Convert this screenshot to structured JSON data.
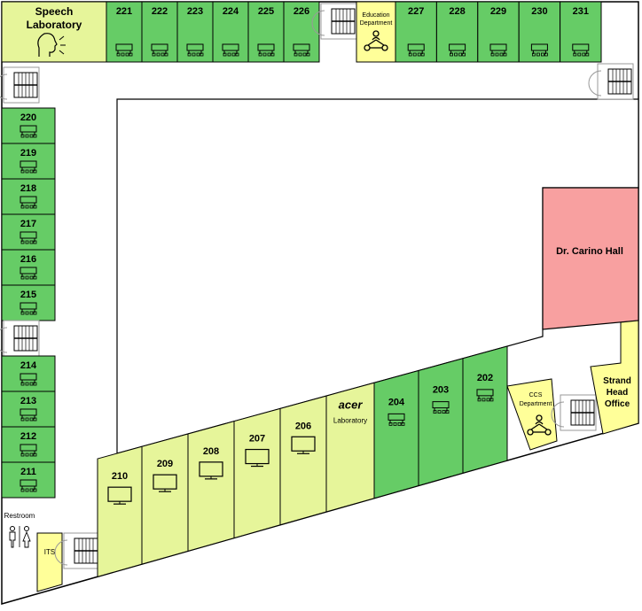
{
  "colors": {
    "classroom": "#66cc66",
    "lab": "#e6f59a",
    "office": "#ffff99",
    "hall": "#f8a0a0",
    "outline": "#000000",
    "stair": "#ffffff"
  },
  "top_row": {
    "speech_lab": {
      "line1": "Speech",
      "line2": "Laboratory",
      "icon": "speaking-head-icon"
    },
    "rooms_left": [
      "221",
      "222",
      "223",
      "224",
      "225",
      "226"
    ],
    "education_dept": {
      "line1": "Education",
      "line2": "Department",
      "icon": "org-chart-icon"
    },
    "rooms_right": [
      "227",
      "228",
      "229",
      "230",
      "231"
    ]
  },
  "left_column": {
    "rooms_upper": [
      "220",
      "219",
      "218",
      "217",
      "216",
      "215"
    ],
    "rooms_lower": [
      "214",
      "213",
      "212",
      "211"
    ]
  },
  "restroom": {
    "label": "Restroom",
    "icon": "restroom-icon"
  },
  "its": {
    "label": "ITS"
  },
  "bottom_row": {
    "computer_labs": [
      "210",
      "209",
      "208",
      "207",
      "206"
    ],
    "acer_lab": {
      "logo": "acer",
      "label": "Laboratory"
    },
    "classrooms": [
      "204",
      "203",
      "202"
    ],
    "ccs_dept": {
      "line1": "CCS",
      "line2": "Department",
      "icon": "org-chart-icon"
    }
  },
  "strand_office": {
    "line1": "Strand",
    "line2": "Head",
    "line3": "Office"
  },
  "hall": {
    "label": "Dr. Carino Hall"
  }
}
